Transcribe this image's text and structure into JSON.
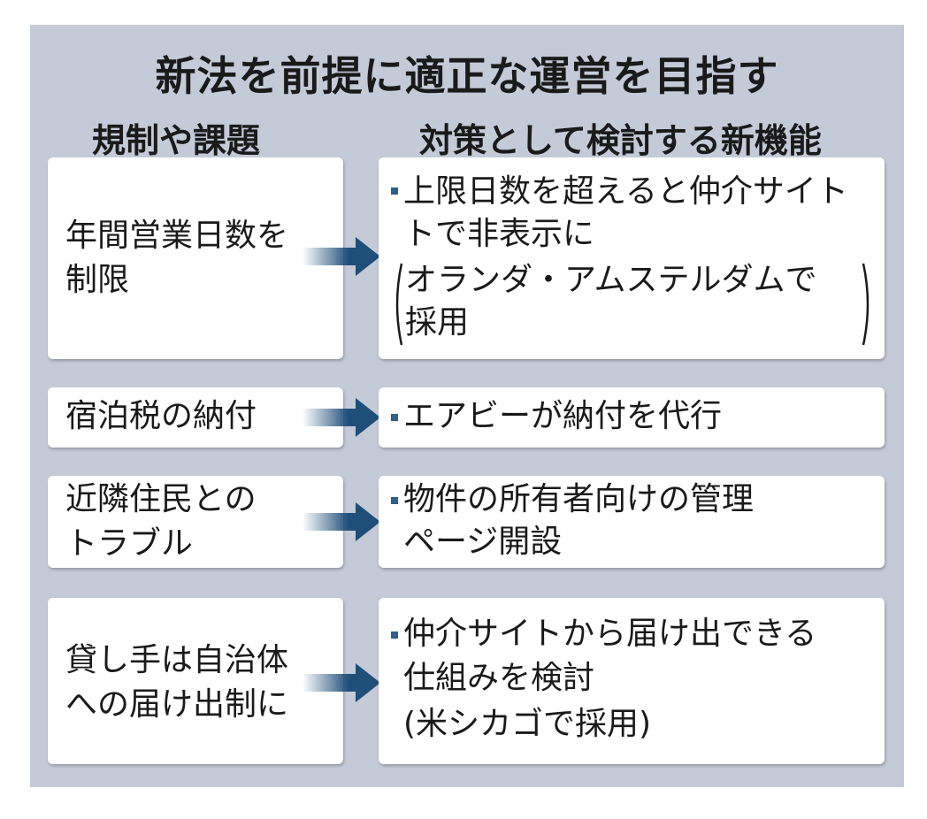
{
  "title": "新法を前提に適正な運営を目指す",
  "headers": {
    "left": "規制や課題",
    "right": "対策として検討する新機能"
  },
  "rows": [
    {
      "issue": "年間営業日数を\n制限",
      "measure_lines": [
        "上限日数を超えると仲介サイト",
        "トで非表示に"
      ],
      "note_lines": [
        "オランダ・アムステルダムで",
        "採用"
      ]
    },
    {
      "issue": "宿泊税の納付",
      "measure_lines": [
        "エアビーが納付を代行"
      ]
    },
    {
      "issue": "近隣住民との\nトラブル",
      "measure_lines": [
        "物件の所有者向けの管理",
        "ページ開設"
      ]
    },
    {
      "issue": "貸し手は自治体\nへの届け出制に",
      "measure_lines": [
        "仲介サイトから届け出できる",
        "仕組みを検討",
        "(米シカゴで採用)"
      ]
    }
  ],
  "colors": {
    "panel": "#c4cad8",
    "arrow": "#1f4e79",
    "bullet": "#2f5f8a"
  }
}
